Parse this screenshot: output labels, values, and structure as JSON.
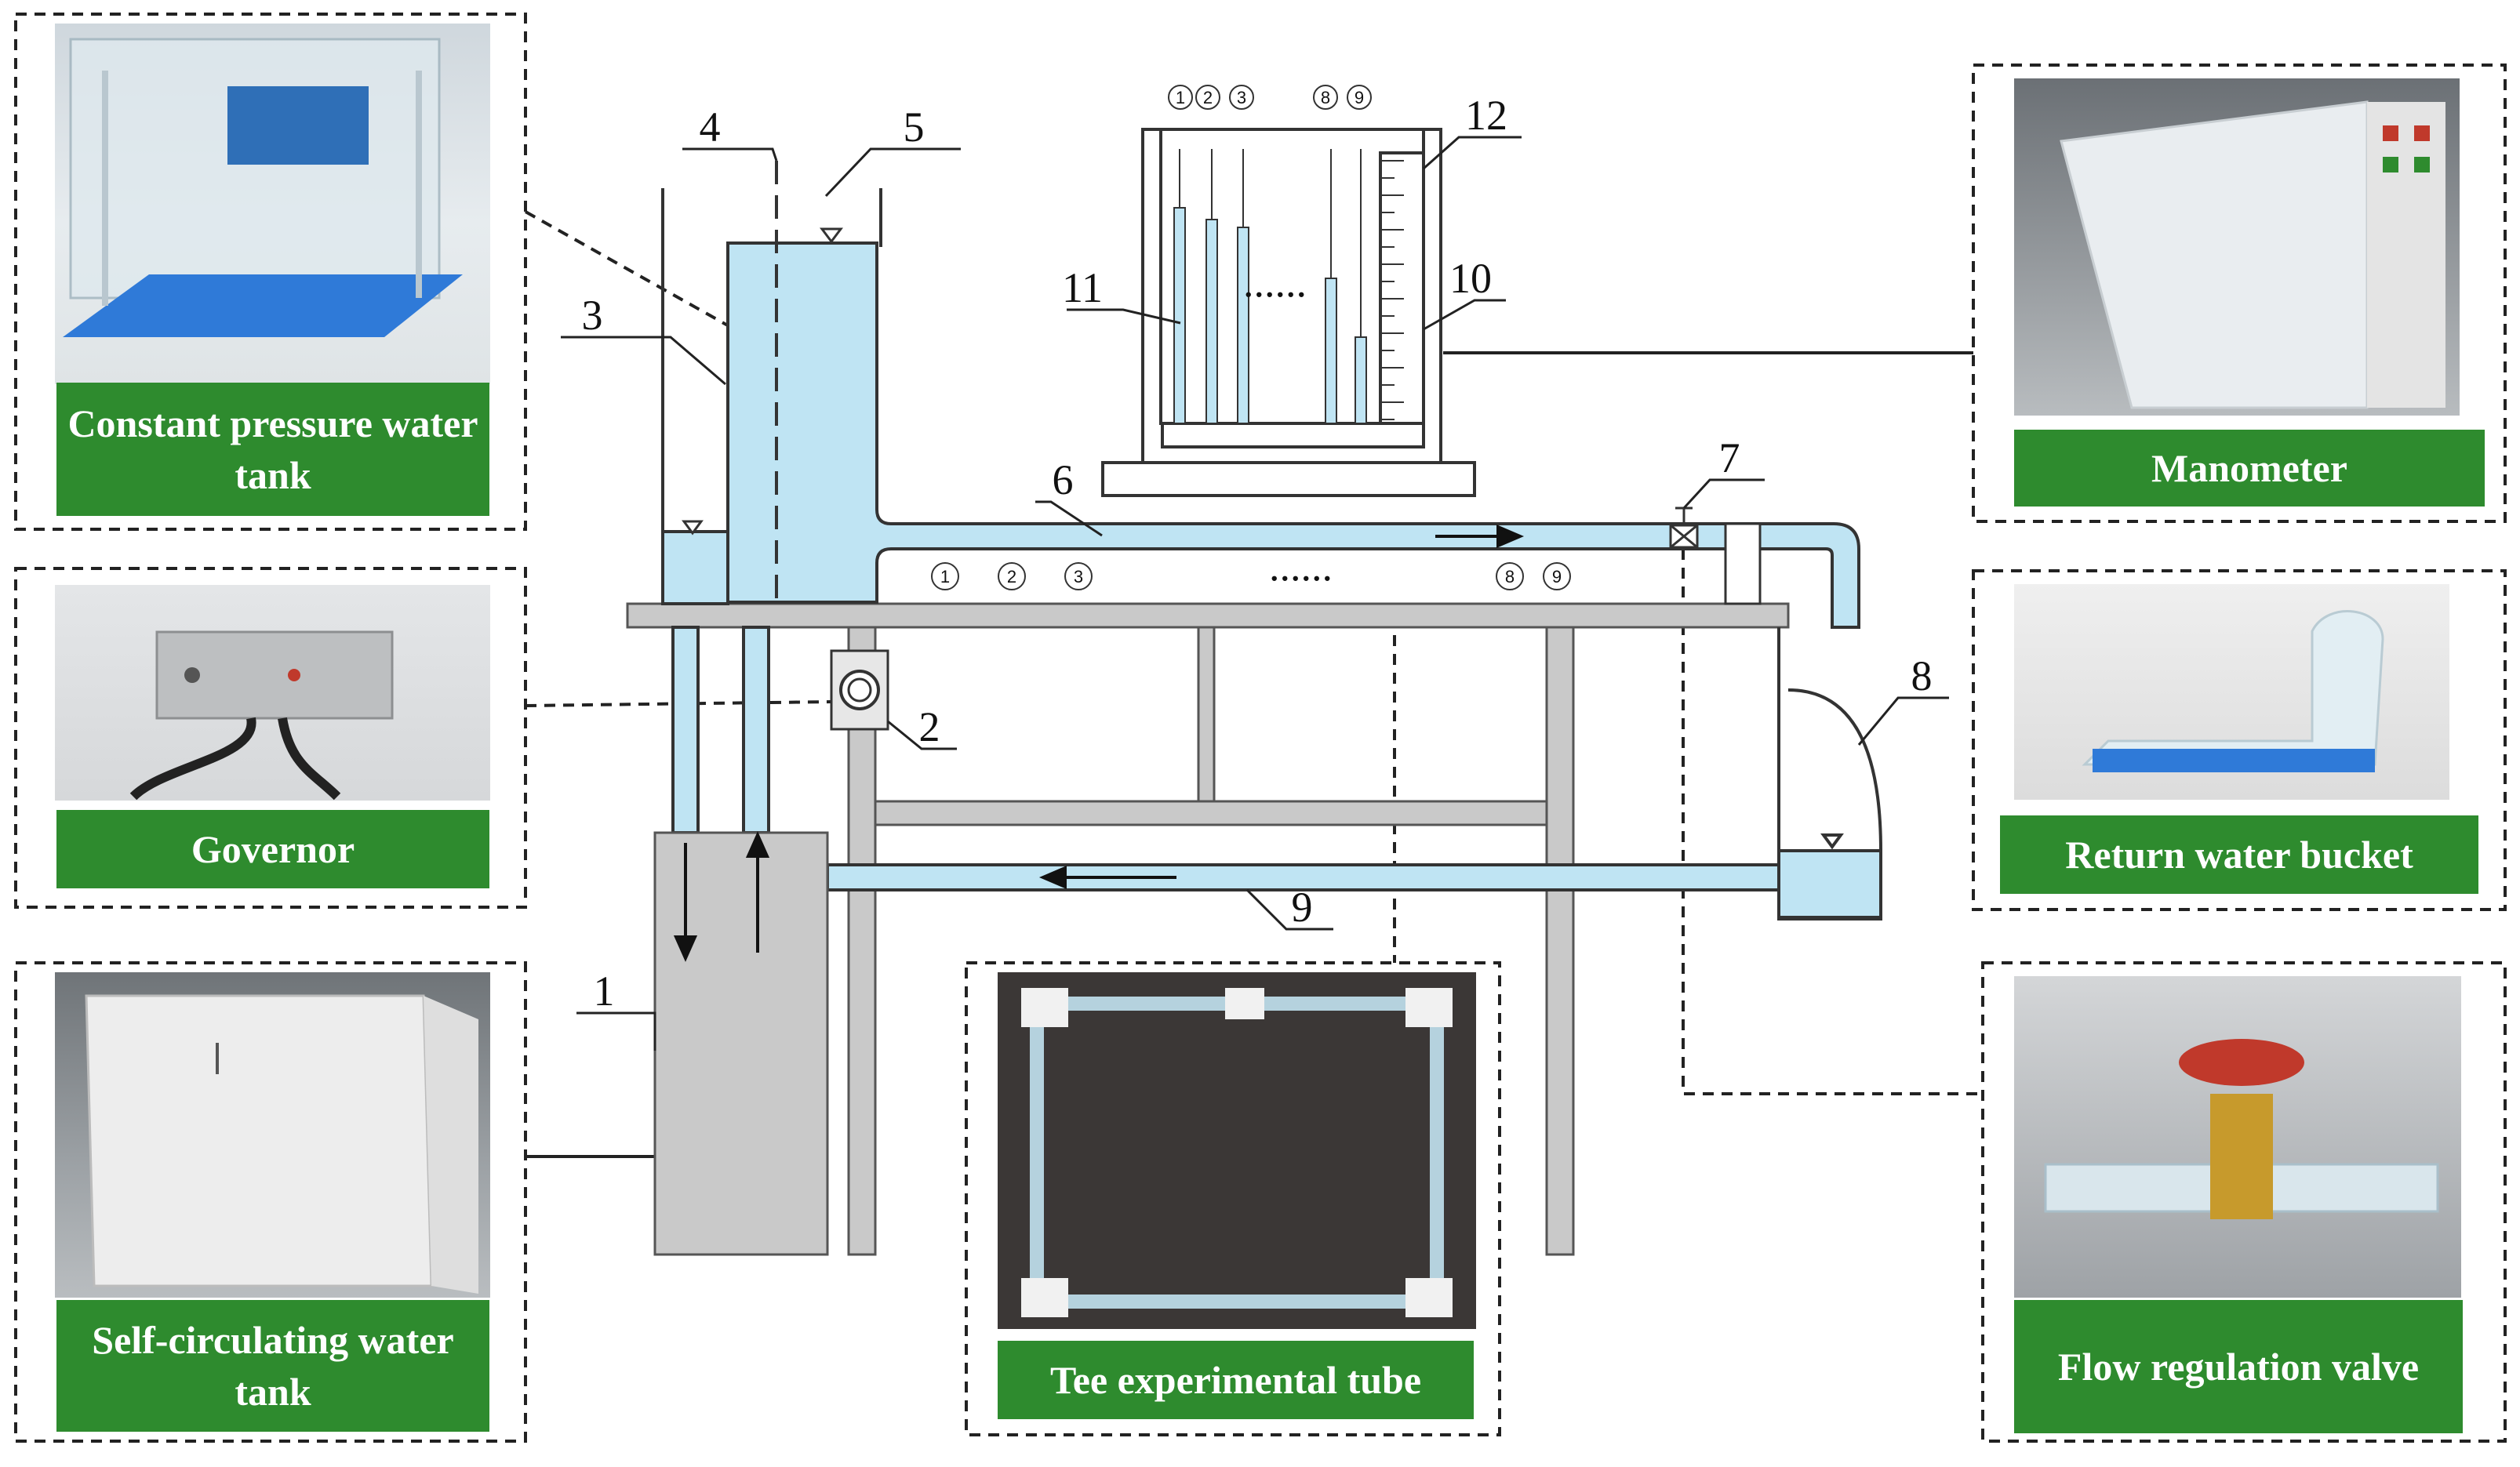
{
  "panels": {
    "constant_pressure_tank": "Constant pressure water tank",
    "governor": "Governor",
    "self_circulating_tank": "Self-circulating water tank",
    "tee_tube": "Tee experimental tube",
    "manometer": "Manometer",
    "return_bucket": "Return water bucket",
    "flow_valve": "Flow regulation valve"
  },
  "callouts": [
    "1",
    "2",
    "3",
    "4",
    "5",
    "6",
    "7",
    "8",
    "9",
    "10",
    "11",
    "12"
  ],
  "taps": [
    "1",
    "2",
    "3",
    "8",
    "9"
  ],
  "ellipsis": "......",
  "colors": {
    "water": "#bfe4f3",
    "green_label": "#2e8b2e",
    "frame": "#c8c8c8",
    "tank_grey": "#c9c9c9"
  }
}
